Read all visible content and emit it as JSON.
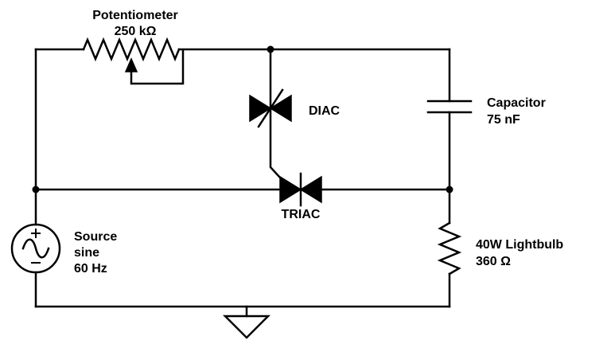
{
  "components": {
    "potentiometer": {
      "label": "Potentiometer",
      "value": "250 kΩ"
    },
    "diac": {
      "label": "DIAC"
    },
    "capacitor": {
      "label": "Capacitor",
      "value": "75 nF"
    },
    "triac": {
      "label": "TRIAC"
    },
    "source": {
      "label": "Source",
      "waveform": "sine",
      "frequency": "60 Hz"
    },
    "lightbulb": {
      "label": "40W Lightbulb",
      "value": "360 Ω"
    }
  },
  "colors": {
    "background": "#ffffff",
    "stroke": "#000000"
  }
}
